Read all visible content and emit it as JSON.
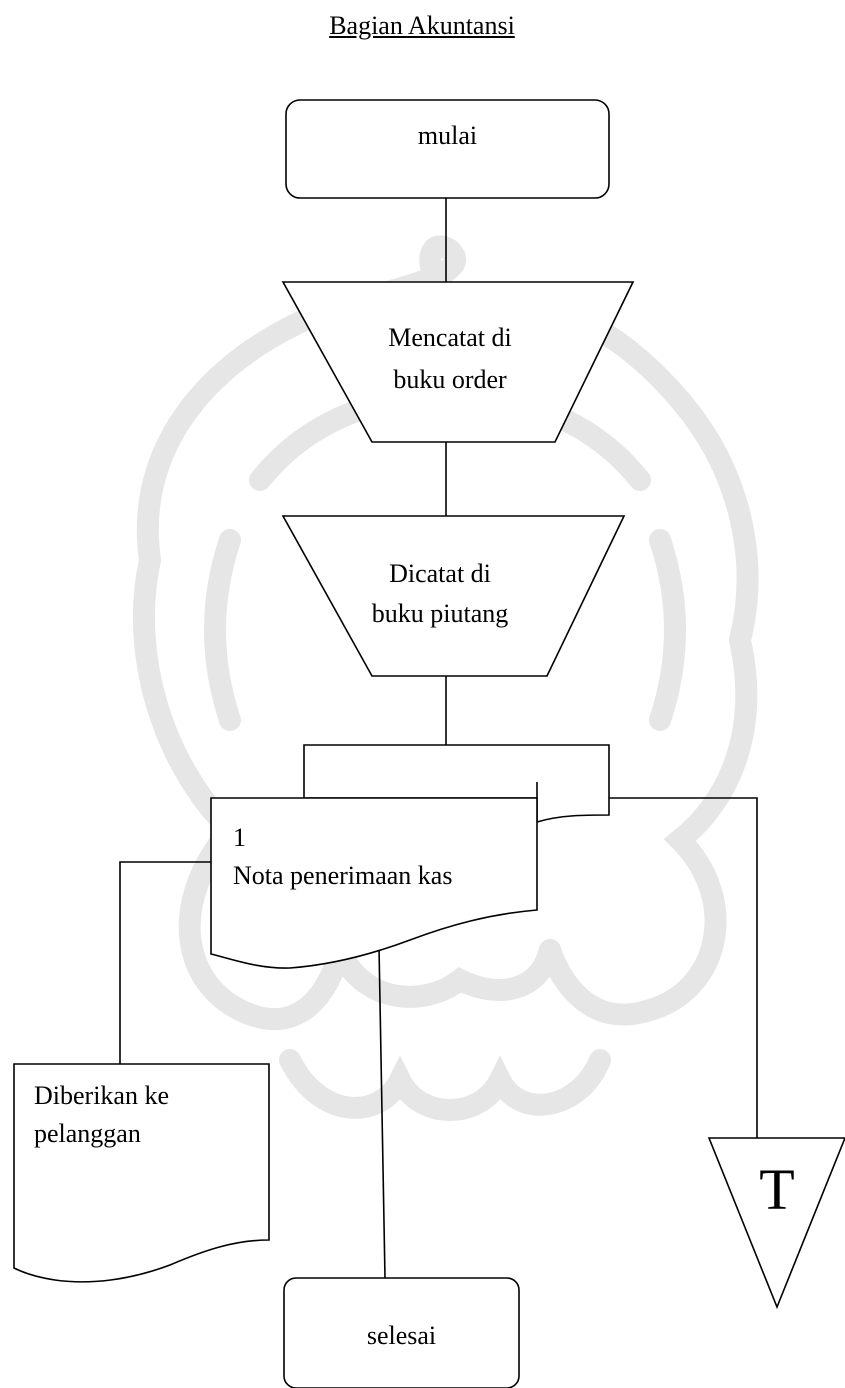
{
  "title": "Bagian Akuntansi",
  "nodes": {
    "start": "mulai",
    "step1_line1": "Mencatat di",
    "step1_line2": "buku order",
    "step2_line1": "Dicatat di",
    "step2_line2": "buku piutang",
    "doc_copy": "1",
    "doc_name": "Nota penerimaan kas",
    "customer_line1": "Diberikan ke",
    "customer_line2": "pelanggan",
    "archive": "T",
    "end": "selesai"
  },
  "icons": {
    "background": "university-seal-watermark"
  }
}
